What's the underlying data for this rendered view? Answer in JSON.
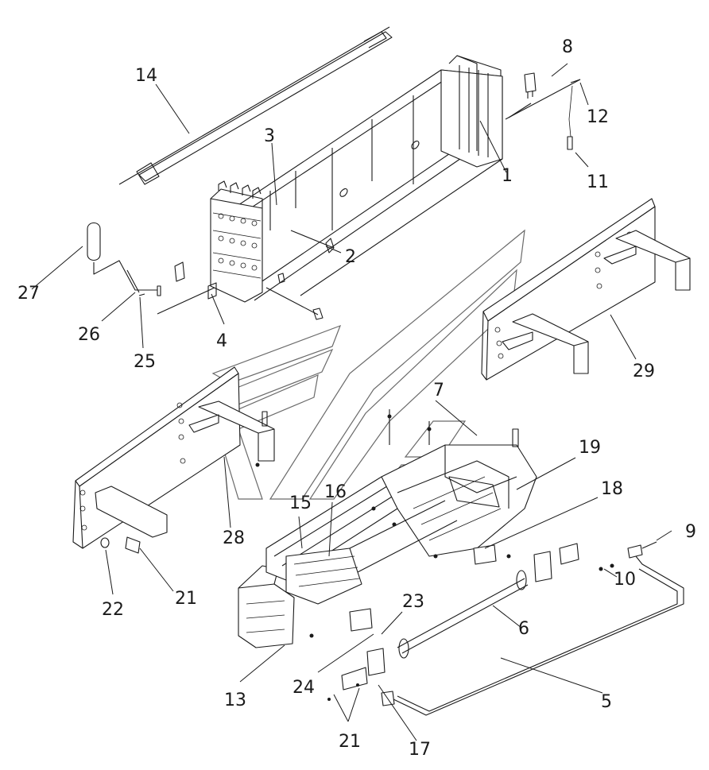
{
  "callouts": [
    {
      "label": "1"
    },
    {
      "label": "2"
    },
    {
      "label": "3"
    },
    {
      "label": "4"
    },
    {
      "label": "5"
    },
    {
      "label": "6"
    },
    {
      "label": "7"
    },
    {
      "label": "8"
    },
    {
      "label": "9"
    },
    {
      "label": "10"
    },
    {
      "label": "11"
    },
    {
      "label": "12"
    },
    {
      "label": "13"
    },
    {
      "label": "14"
    },
    {
      "label": "15"
    },
    {
      "label": "16"
    },
    {
      "label": "17"
    },
    {
      "label": "18"
    },
    {
      "label": "19"
    },
    {
      "label": "21"
    },
    {
      "label": "21"
    },
    {
      "label": "22"
    },
    {
      "label": "23"
    },
    {
      "label": "24"
    },
    {
      "label": "25"
    },
    {
      "label": "26"
    },
    {
      "label": "27"
    },
    {
      "label": "28"
    },
    {
      "label": "29"
    }
  ]
}
